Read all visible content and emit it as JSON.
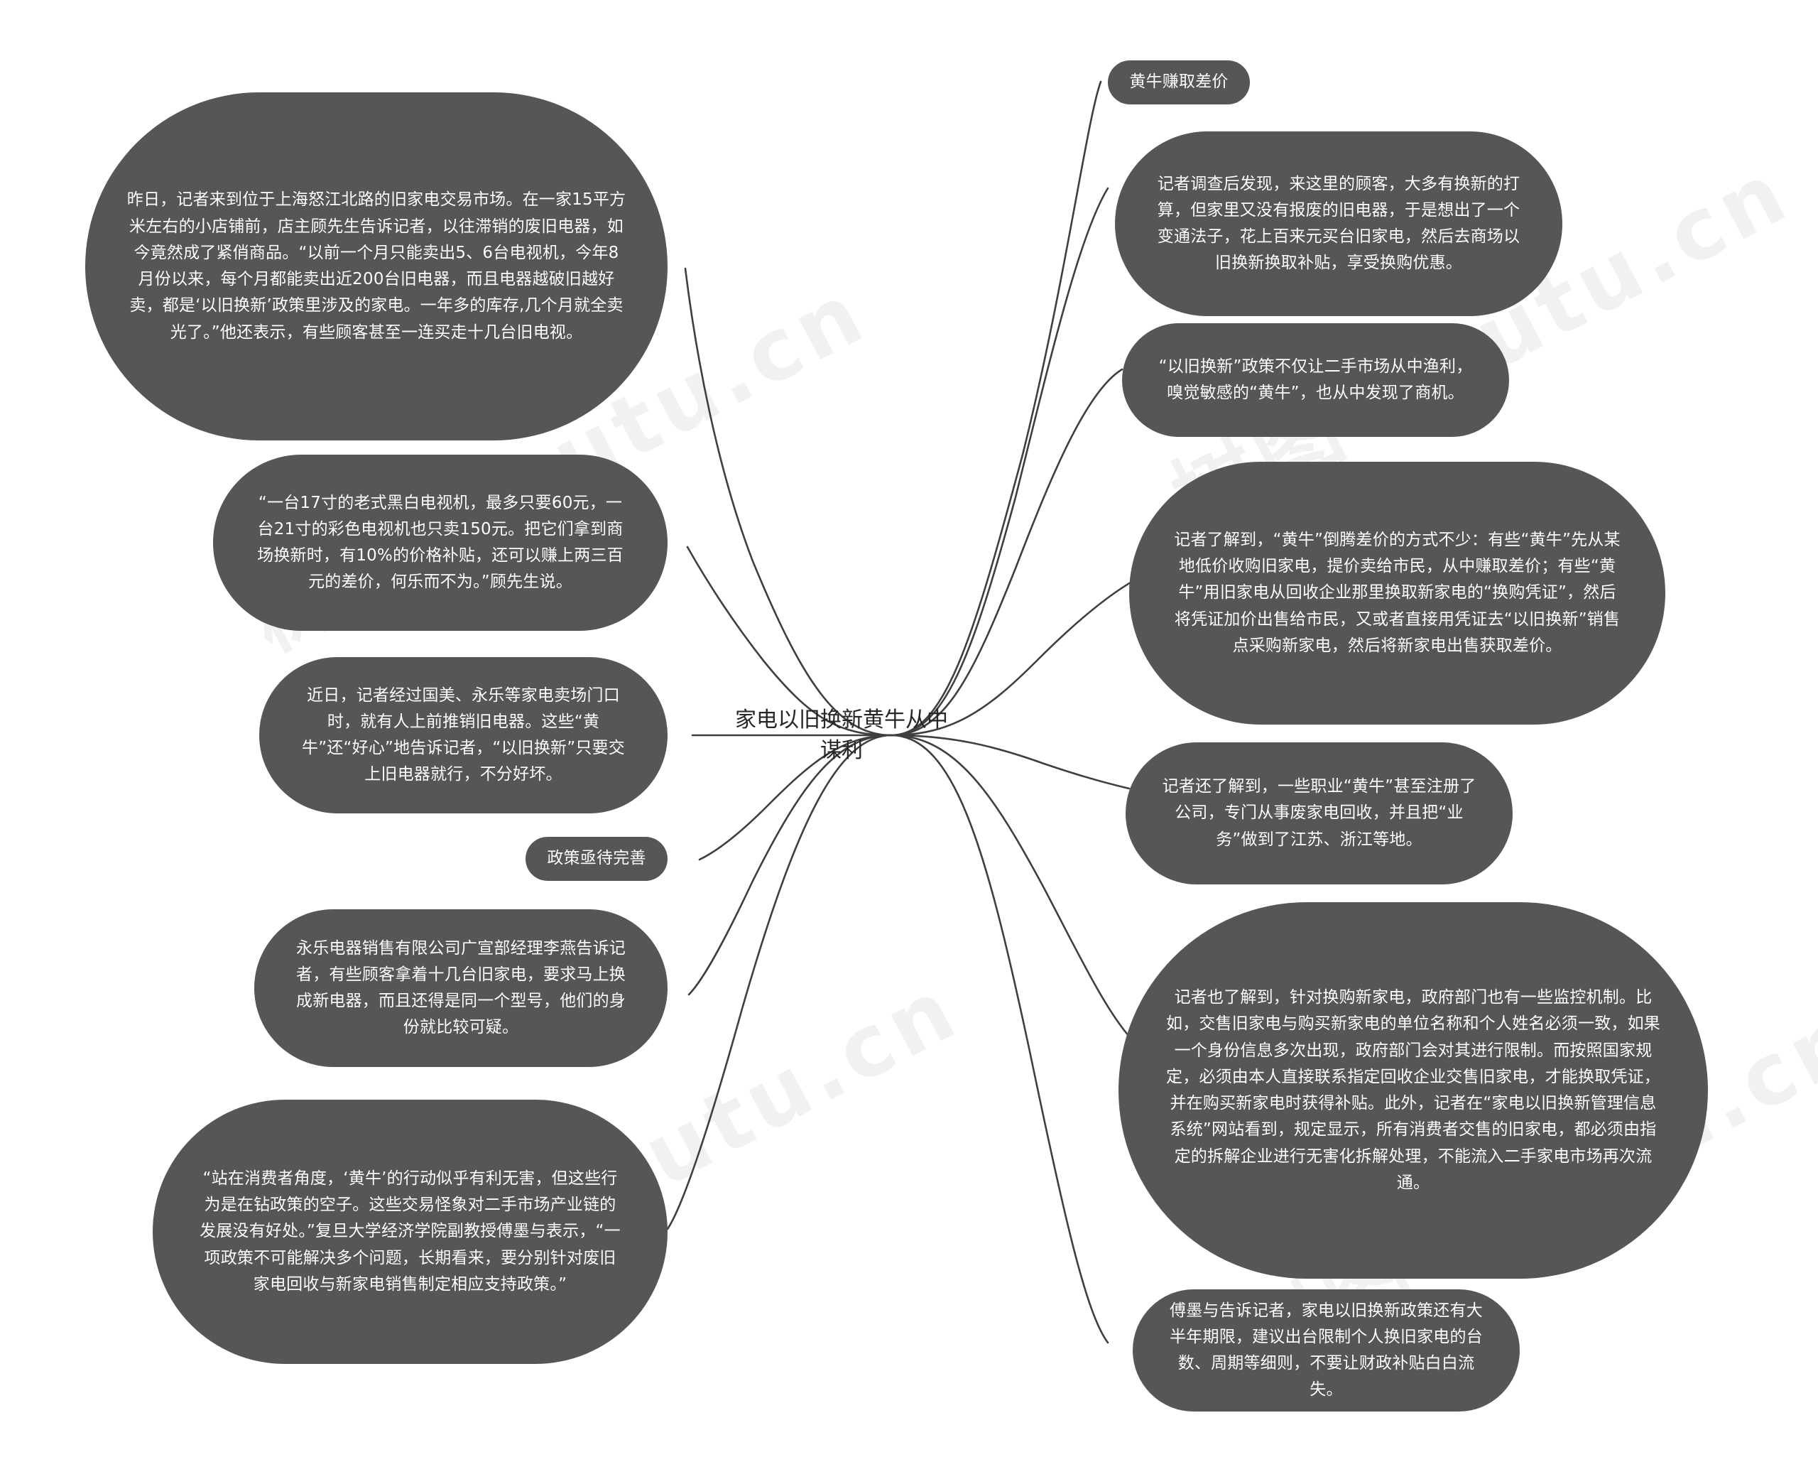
{
  "meta": {
    "title": "家电以旧换新黄牛从中谋利",
    "node_fill": "#565656",
    "node_text_color": "#ffffff",
    "root_text_color": "#262626",
    "link_color": "#3f3f3f",
    "background": "#ffffff"
  },
  "root": {
    "label": "家电以旧换新黄牛从中谋利"
  },
  "watermarks": [
    {
      "text": "树图·shutu.cn"
    },
    {
      "text": "树图·shutu.cn"
    },
    {
      "text": "树图·shutu.cn"
    },
    {
      "text": "树图·shutu.cn"
    }
  ],
  "branches": {
    "left": [
      {
        "id": "left-1",
        "label": "昨日，记者来到位于上海怒江北路的旧家电交易市场。在一家15平方米左右的小店铺前，店主顾先生告诉记者，以往滞销的废旧电器，如今竟然成了紧俏商品。“以前一个月只能卖出5、6台电视机，今年8月份以来，每个月都能卖出近200台旧电器，而且电器越破旧越好卖，都是‘以旧换新’政策里涉及的家电。一年多的库存,几个月就全卖光了。”他还表示，有些顾客甚至一连买走十几台旧电视。"
      },
      {
        "id": "left-2",
        "label": "“一台17寸的老式黑白电视机，最多只要60元，一台21寸的彩色电视机也只卖150元。把它们拿到商场换新时，有10%的价格补贴，还可以赚上两三百元的差价，何乐而不为。”顾先生说。"
      },
      {
        "id": "left-3",
        "label": "近日，记者经过国美、永乐等家电卖场门口时，就有人上前推销旧电器。这些“黄牛”还“好心”地告诉记者，“以旧换新”只要交上旧电器就行，不分好坏。"
      },
      {
        "id": "left-4",
        "label": "政策亟待完善"
      },
      {
        "id": "left-5",
        "label": "永乐电器销售有限公司广宣部经理李燕告诉记者，有些顾客拿着十几台旧家电，要求马上换成新电器，而且还得是同一个型号，他们的身份就比较可疑。"
      },
      {
        "id": "left-6",
        "label": "“站在消费者角度，‘黄牛’的行动似乎有利无害，但这些行为是在钻政策的空子。这些交易怪象对二手市场产业链的发展没有好处。”复旦大学经济学院副教授傅墨与表示，“一项政策不可能解决多个问题，长期看来，要分别针对废旧家电回收与新家电销售制定相应支持政策。”"
      }
    ],
    "right": [
      {
        "id": "right-1",
        "label": "黄牛赚取差价"
      },
      {
        "id": "right-2",
        "label": "记者调查后发现，来这里的顾客，大多有换新的打算，但家里又没有报废的旧电器，于是想出了一个变通法子，花上百来元买台旧家电，然后去商场以旧换新换取补贴，享受换购优惠。"
      },
      {
        "id": "right-3",
        "label": "“以旧换新”政策不仅让二手市场从中渔利，嗅觉敏感的“黄牛”，也从中发现了商机。"
      },
      {
        "id": "right-4",
        "label": "记者了解到，“黄牛”倒腾差价的方式不少：有些“黄牛”先从某地低价收购旧家电，提价卖给市民，从中赚取差价；有些“黄牛”用旧家电从回收企业那里换取新家电的“换购凭证”，然后将凭证加价出售给市民，又或者直接用凭证去“以旧换新”销售点采购新家电，然后将新家电出售获取差价。"
      },
      {
        "id": "right-5",
        "label": "记者还了解到，一些职业“黄牛”甚至注册了公司，专门从事废家电回收，并且把“业务”做到了江苏、浙江等地。"
      },
      {
        "id": "right-6",
        "label": "记者也了解到，针对换购新家电，政府部门也有一些监控机制。比如，交售旧家电与购买新家电的单位名称和个人姓名必须一致，如果一个身份信息多次出现，政府部门会对其进行限制。而按照国家规定，必须由本人直接联系指定回收企业交售旧家电，才能换取凭证，并在购买新家电时获得补贴。此外，记者在“家电以旧换新管理信息系统”网站看到，规定显示，所有消费者交售的旧家电，都必须由指定的拆解企业进行无害化拆解处理，不能流入二手家电市场再次流通。"
      },
      {
        "id": "right-7",
        "label": "傅墨与告诉记者，家电以旧换新政策还有大半年期限，建议出台限制个人换旧家电的台数、周期等细则，不要让财政补贴白白流失。"
      }
    ]
  }
}
